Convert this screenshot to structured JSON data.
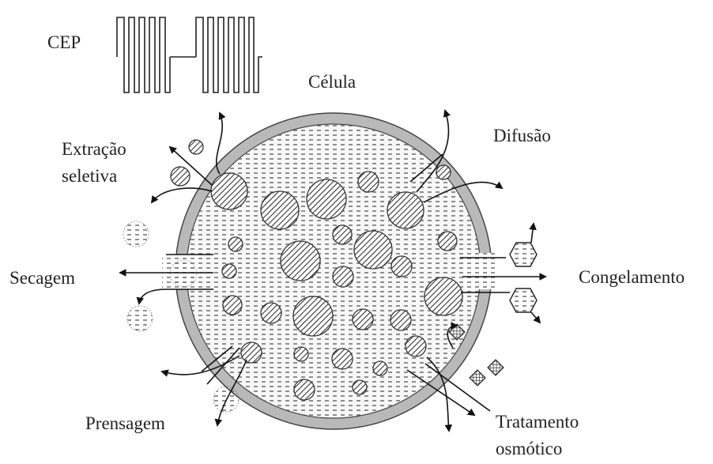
{
  "labels": {
    "cep": "CEP",
    "celula": "Célula",
    "difusao": "Difusão",
    "extracao_line1": "Extração",
    "extracao_line2": "seletiva",
    "secagem": "Secagem",
    "congelamento": "Congelamento",
    "prensagem": "Prensagem",
    "tratamento_line1": "Tratamento",
    "tratamento_line2": "osmótico"
  }
}
